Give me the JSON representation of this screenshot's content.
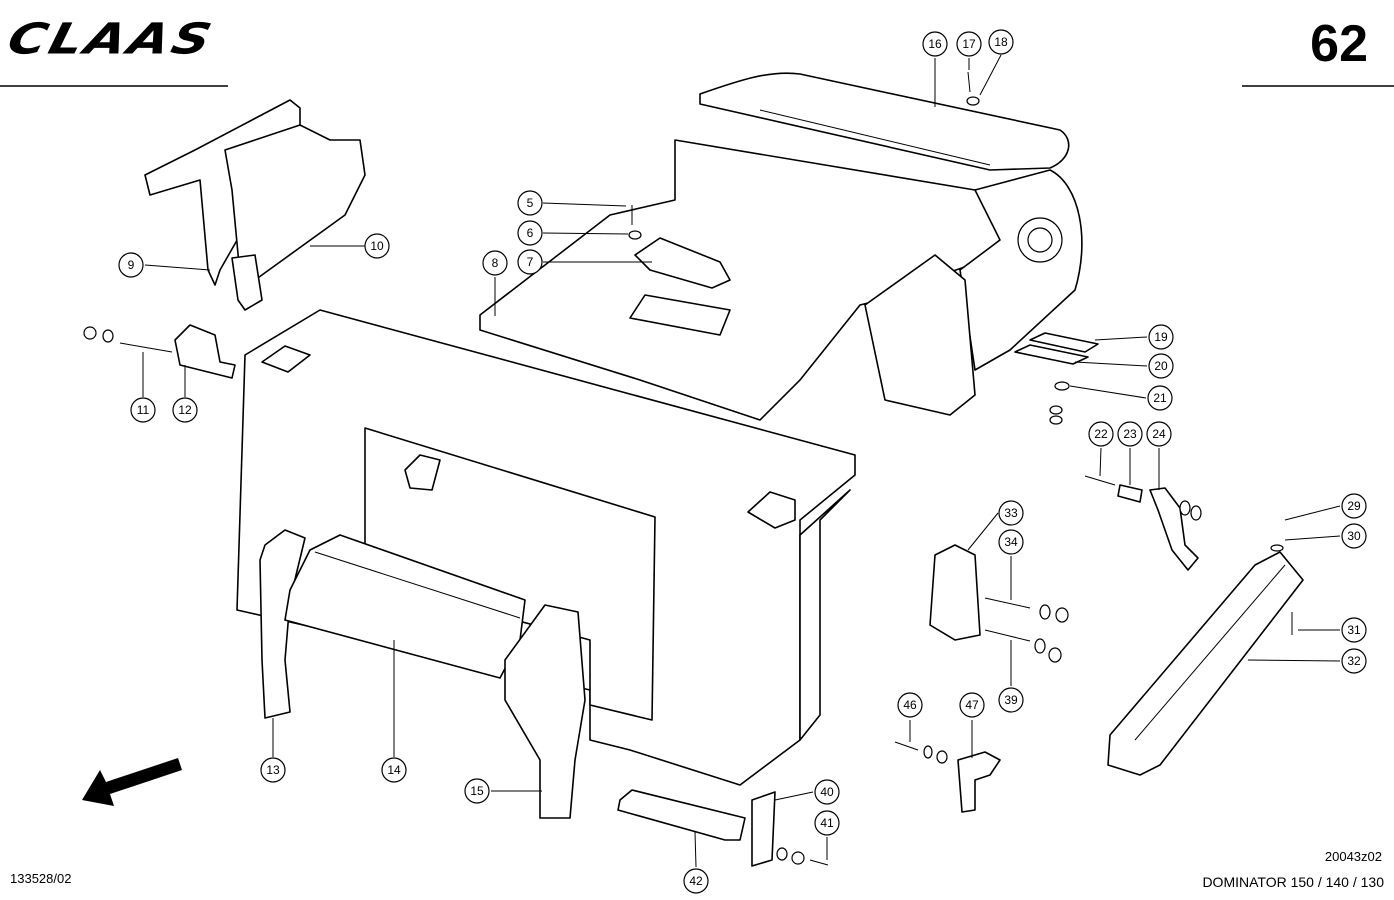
{
  "header": {
    "brand": "CLAAS",
    "page_number": "62"
  },
  "footer": {
    "doc_ref": "133528/02",
    "drawing_ref": "20043z02",
    "model": "DOMINATOR 150 / 140 / 130"
  },
  "callouts": [
    {
      "label": "5",
      "target": "bolt"
    },
    {
      "label": "6",
      "target": "washer"
    },
    {
      "label": "7",
      "target": "access-cover"
    },
    {
      "label": "8",
      "target": "main-housing"
    },
    {
      "label": "9",
      "target": "side-plate"
    },
    {
      "label": "10",
      "target": "bracket-plate"
    },
    {
      "label": "11",
      "target": "bolt"
    },
    {
      "label": "12",
      "target": "bearing-block"
    },
    {
      "label": "13",
      "target": "left-upright"
    },
    {
      "label": "14",
      "target": "cross-member"
    },
    {
      "label": "15",
      "target": "right-upright"
    },
    {
      "label": "16",
      "target": "top-cover"
    },
    {
      "label": "17",
      "target": "bolt"
    },
    {
      "label": "18",
      "target": "washer"
    },
    {
      "label": "19",
      "target": "strip"
    },
    {
      "label": "20",
      "target": "strip"
    },
    {
      "label": "21",
      "target": "bolt"
    },
    {
      "label": "22",
      "target": "bolt"
    },
    {
      "label": "23",
      "target": "spacer"
    },
    {
      "label": "24",
      "target": "lever"
    },
    {
      "label": "29",
      "target": "pin"
    },
    {
      "label": "30",
      "target": "washer"
    },
    {
      "label": "31",
      "target": "bolt"
    },
    {
      "label": "32",
      "target": "support-arm"
    },
    {
      "label": "33",
      "target": "mount-block"
    },
    {
      "label": "34",
      "target": "bolt"
    },
    {
      "label": "39",
      "target": "bolt"
    },
    {
      "label": "40",
      "target": "plate"
    },
    {
      "label": "41",
      "target": "bolt"
    },
    {
      "label": "42",
      "target": "angle-bracket"
    },
    {
      "label": "46",
      "target": "bolt"
    },
    {
      "label": "47",
      "target": "bracket"
    }
  ]
}
